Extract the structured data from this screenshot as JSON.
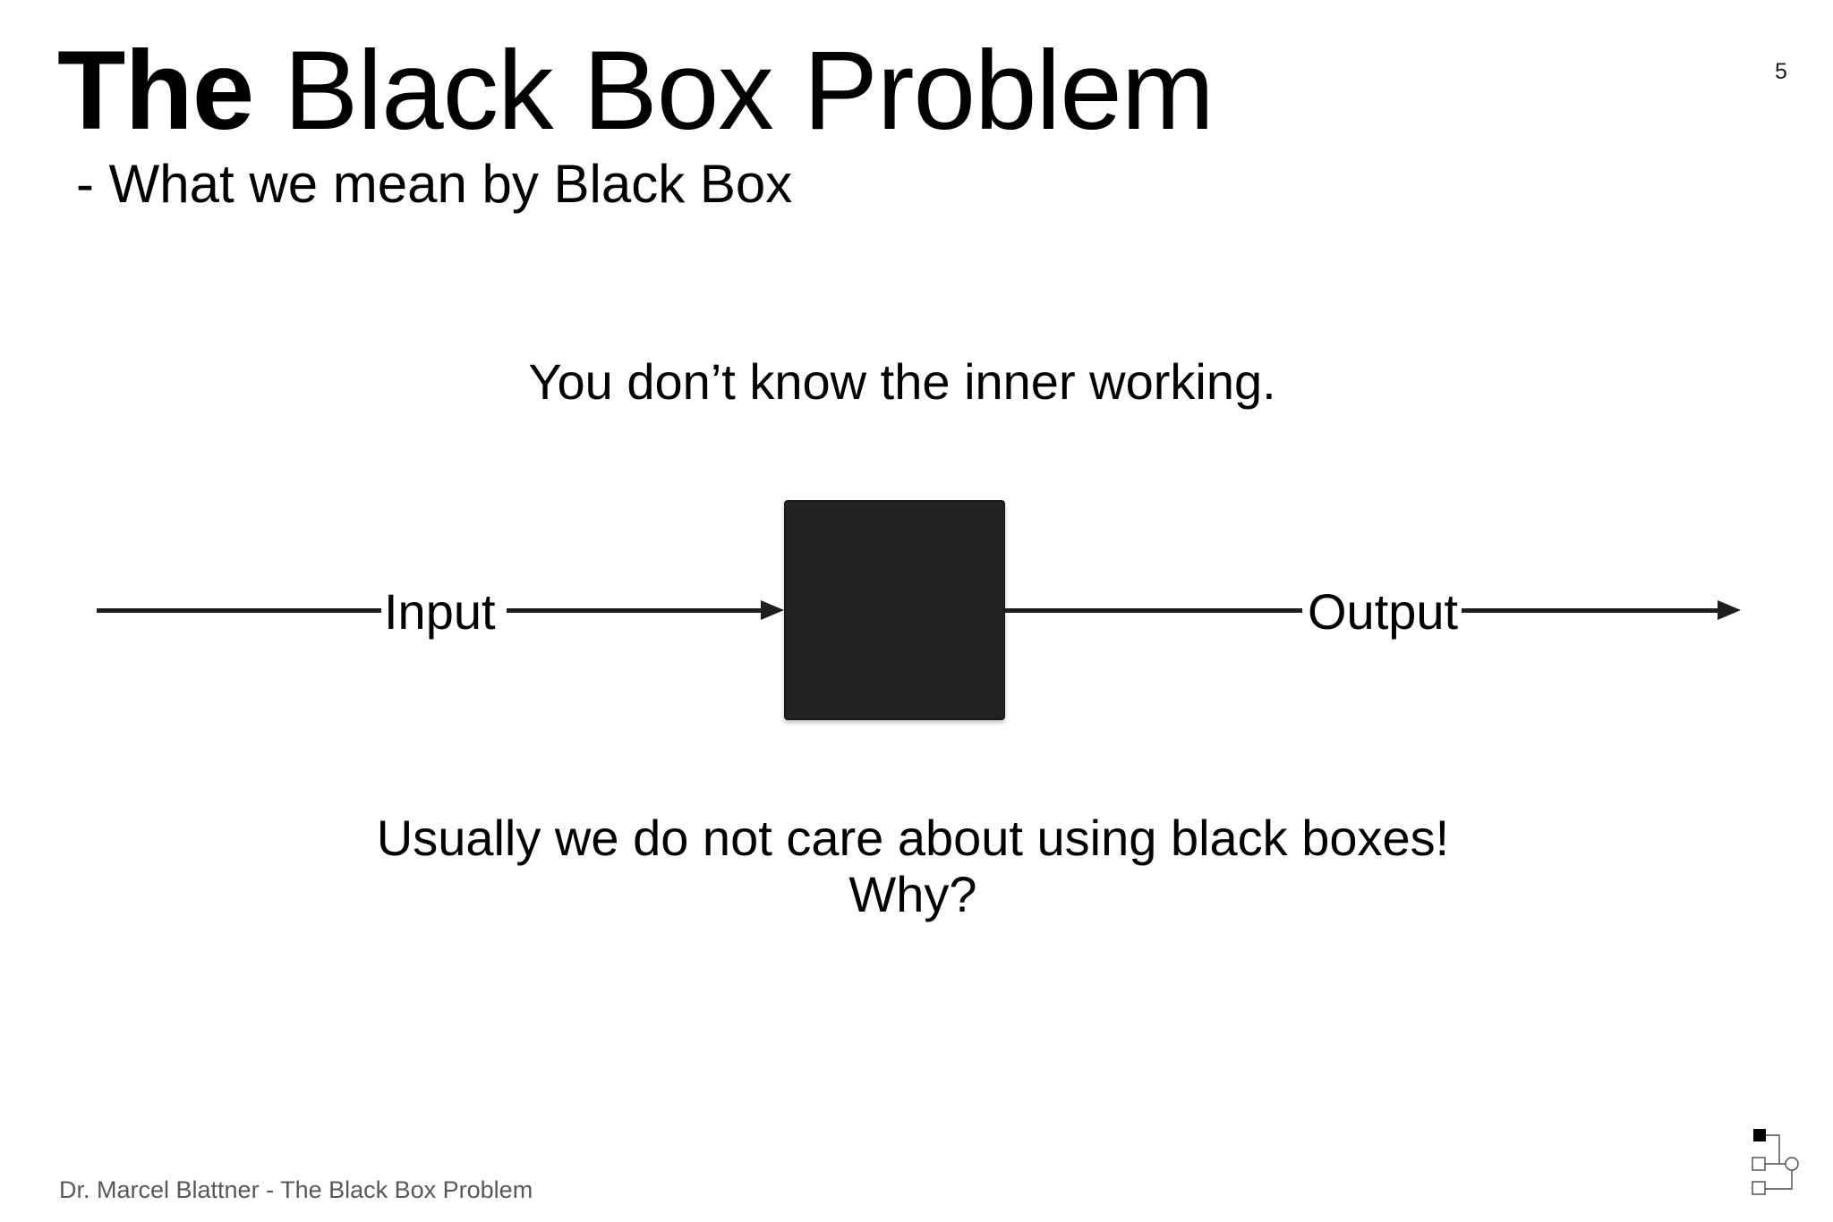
{
  "page": {
    "number": "5",
    "background_color": "#ffffff"
  },
  "header": {
    "title_bold": "The",
    "title_rest": " Black Box Problem",
    "subtitle": "- What we mean by Black Box"
  },
  "statements": {
    "top": "You don’t know the inner working.",
    "bottom_line1": "Usually we do not care about using black boxes!",
    "bottom_line2": "Why?"
  },
  "diagram": {
    "input_label": "Input",
    "output_label": "Output",
    "box_color": "#222222",
    "box_border_color": "#1a1a1a",
    "line_color": "#1e1e1e"
  },
  "footer": {
    "text": "Dr. Marcel Blattner - The Black Box Problem",
    "color": "#58585a"
  },
  "logo": {
    "icon": "hierarchy-logo-icon",
    "stroke_color": "#4a4a4a",
    "filled_square_color": "#000000"
  }
}
